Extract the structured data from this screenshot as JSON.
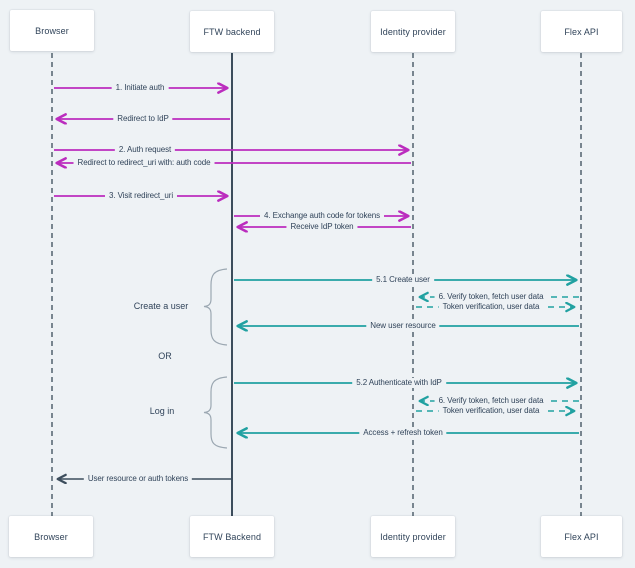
{
  "colors": {
    "background": "#EEF2F5",
    "auth_flow_magenta": "#BB2CBE",
    "api_flow_teal": "#21A1A1",
    "neutral_dark": "#3C4D5C",
    "lifeline_gray": "#6B7984",
    "text": "#31445A"
  },
  "actors_top": [
    "Browser",
    "FTW backend",
    "Identity provider",
    "Flex API"
  ],
  "actors_bottom": [
    "Browser",
    "FTW Backend",
    "Identity provider",
    "Flex API"
  ],
  "sections": {
    "create_user": "Create a user",
    "or": "OR",
    "log_in": "Log in"
  },
  "messages": [
    {
      "label": "1. Initiate auth",
      "from": "Browser",
      "to": "FTW backend",
      "style": "solid",
      "color": "magenta"
    },
    {
      "label": "Redirect to IdP",
      "from": "FTW backend",
      "to": "Browser",
      "style": "solid",
      "color": "magenta"
    },
    {
      "label": "2. Auth request",
      "from": "Browser",
      "to": "Identity provider",
      "style": "solid",
      "color": "magenta"
    },
    {
      "label": "Redirect to redirect_uri with: auth code",
      "from": "Identity provider",
      "to": "Browser",
      "style": "solid",
      "color": "magenta"
    },
    {
      "label": "3. Visit redirect_uri",
      "from": "Browser",
      "to": "FTW backend",
      "style": "solid",
      "color": "magenta"
    },
    {
      "label": "4. Exchange auth code for tokens",
      "from": "FTW backend",
      "to": "Identity provider",
      "style": "solid",
      "color": "magenta"
    },
    {
      "label": "Receive IdP token",
      "from": "Identity provider",
      "to": "FTW backend",
      "style": "solid",
      "color": "magenta"
    },
    {
      "label": "5.1 Create user",
      "from": "FTW backend",
      "to": "Flex API",
      "style": "solid",
      "color": "teal"
    },
    {
      "label": "6. Verify token, fetch user data",
      "from": "Flex API",
      "to": "Identity provider",
      "style": "dashed",
      "color": "teal"
    },
    {
      "label": "Token verification, user data",
      "from": "Identity provider",
      "to": "Flex API",
      "style": "dashed",
      "color": "teal"
    },
    {
      "label": "New user resource",
      "from": "Flex API",
      "to": "FTW backend",
      "style": "solid",
      "color": "teal"
    },
    {
      "label": "5.2 Authenticate with IdP",
      "from": "FTW backend",
      "to": "Flex API",
      "style": "solid",
      "color": "teal"
    },
    {
      "label": "6. Verify token, fetch user data",
      "from": "Flex API",
      "to": "Identity provider",
      "style": "dashed",
      "color": "teal"
    },
    {
      "label": "Token verification, user data",
      "from": "Identity provider",
      "to": "Flex API",
      "style": "dashed",
      "color": "teal"
    },
    {
      "label": "Access + refresh token",
      "from": "Flex API",
      "to": "FTW backend",
      "style": "solid",
      "color": "teal"
    },
    {
      "label": "User resource or auth tokens",
      "from": "FTW backend",
      "to": "Browser",
      "style": "solid",
      "color": "neutral"
    }
  ]
}
